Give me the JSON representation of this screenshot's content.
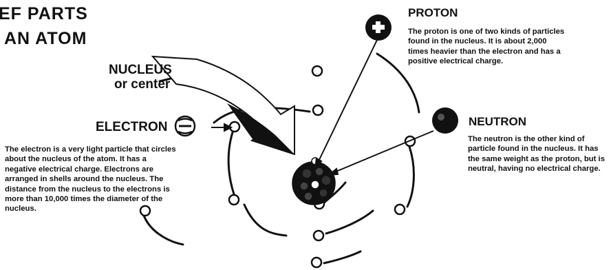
{
  "title": {
    "line1": "EF PARTS",
    "line2": "AN ATOM"
  },
  "labels": {
    "nucleus_line1": "NUCLEUS",
    "nucleus_line2": "or center",
    "electron": "ELECTRON",
    "proton": "PROTON",
    "neutron": "NEUTRON"
  },
  "descriptions": {
    "electron": "The electron is a very light particle that circles about the nucleus of the atom. It has a negative electrical charge. Electrons are arranged in shells around the nucleus. The distance from the nucleus to the electrons is more than 10,000 times the diameter of the nucleus.",
    "proton": "The proton is one of two kinds of particles found in the nucleus. It is about 2,000 times heavier than the electron and has a positive electrical charge.",
    "neutron": "The neutron is the other kind of particle found in the nucleus. It has the same weight as the proton, but is neutral, having no electrical charge."
  },
  "colors": {
    "ink": "#111111",
    "paper": "#ffffff"
  }
}
